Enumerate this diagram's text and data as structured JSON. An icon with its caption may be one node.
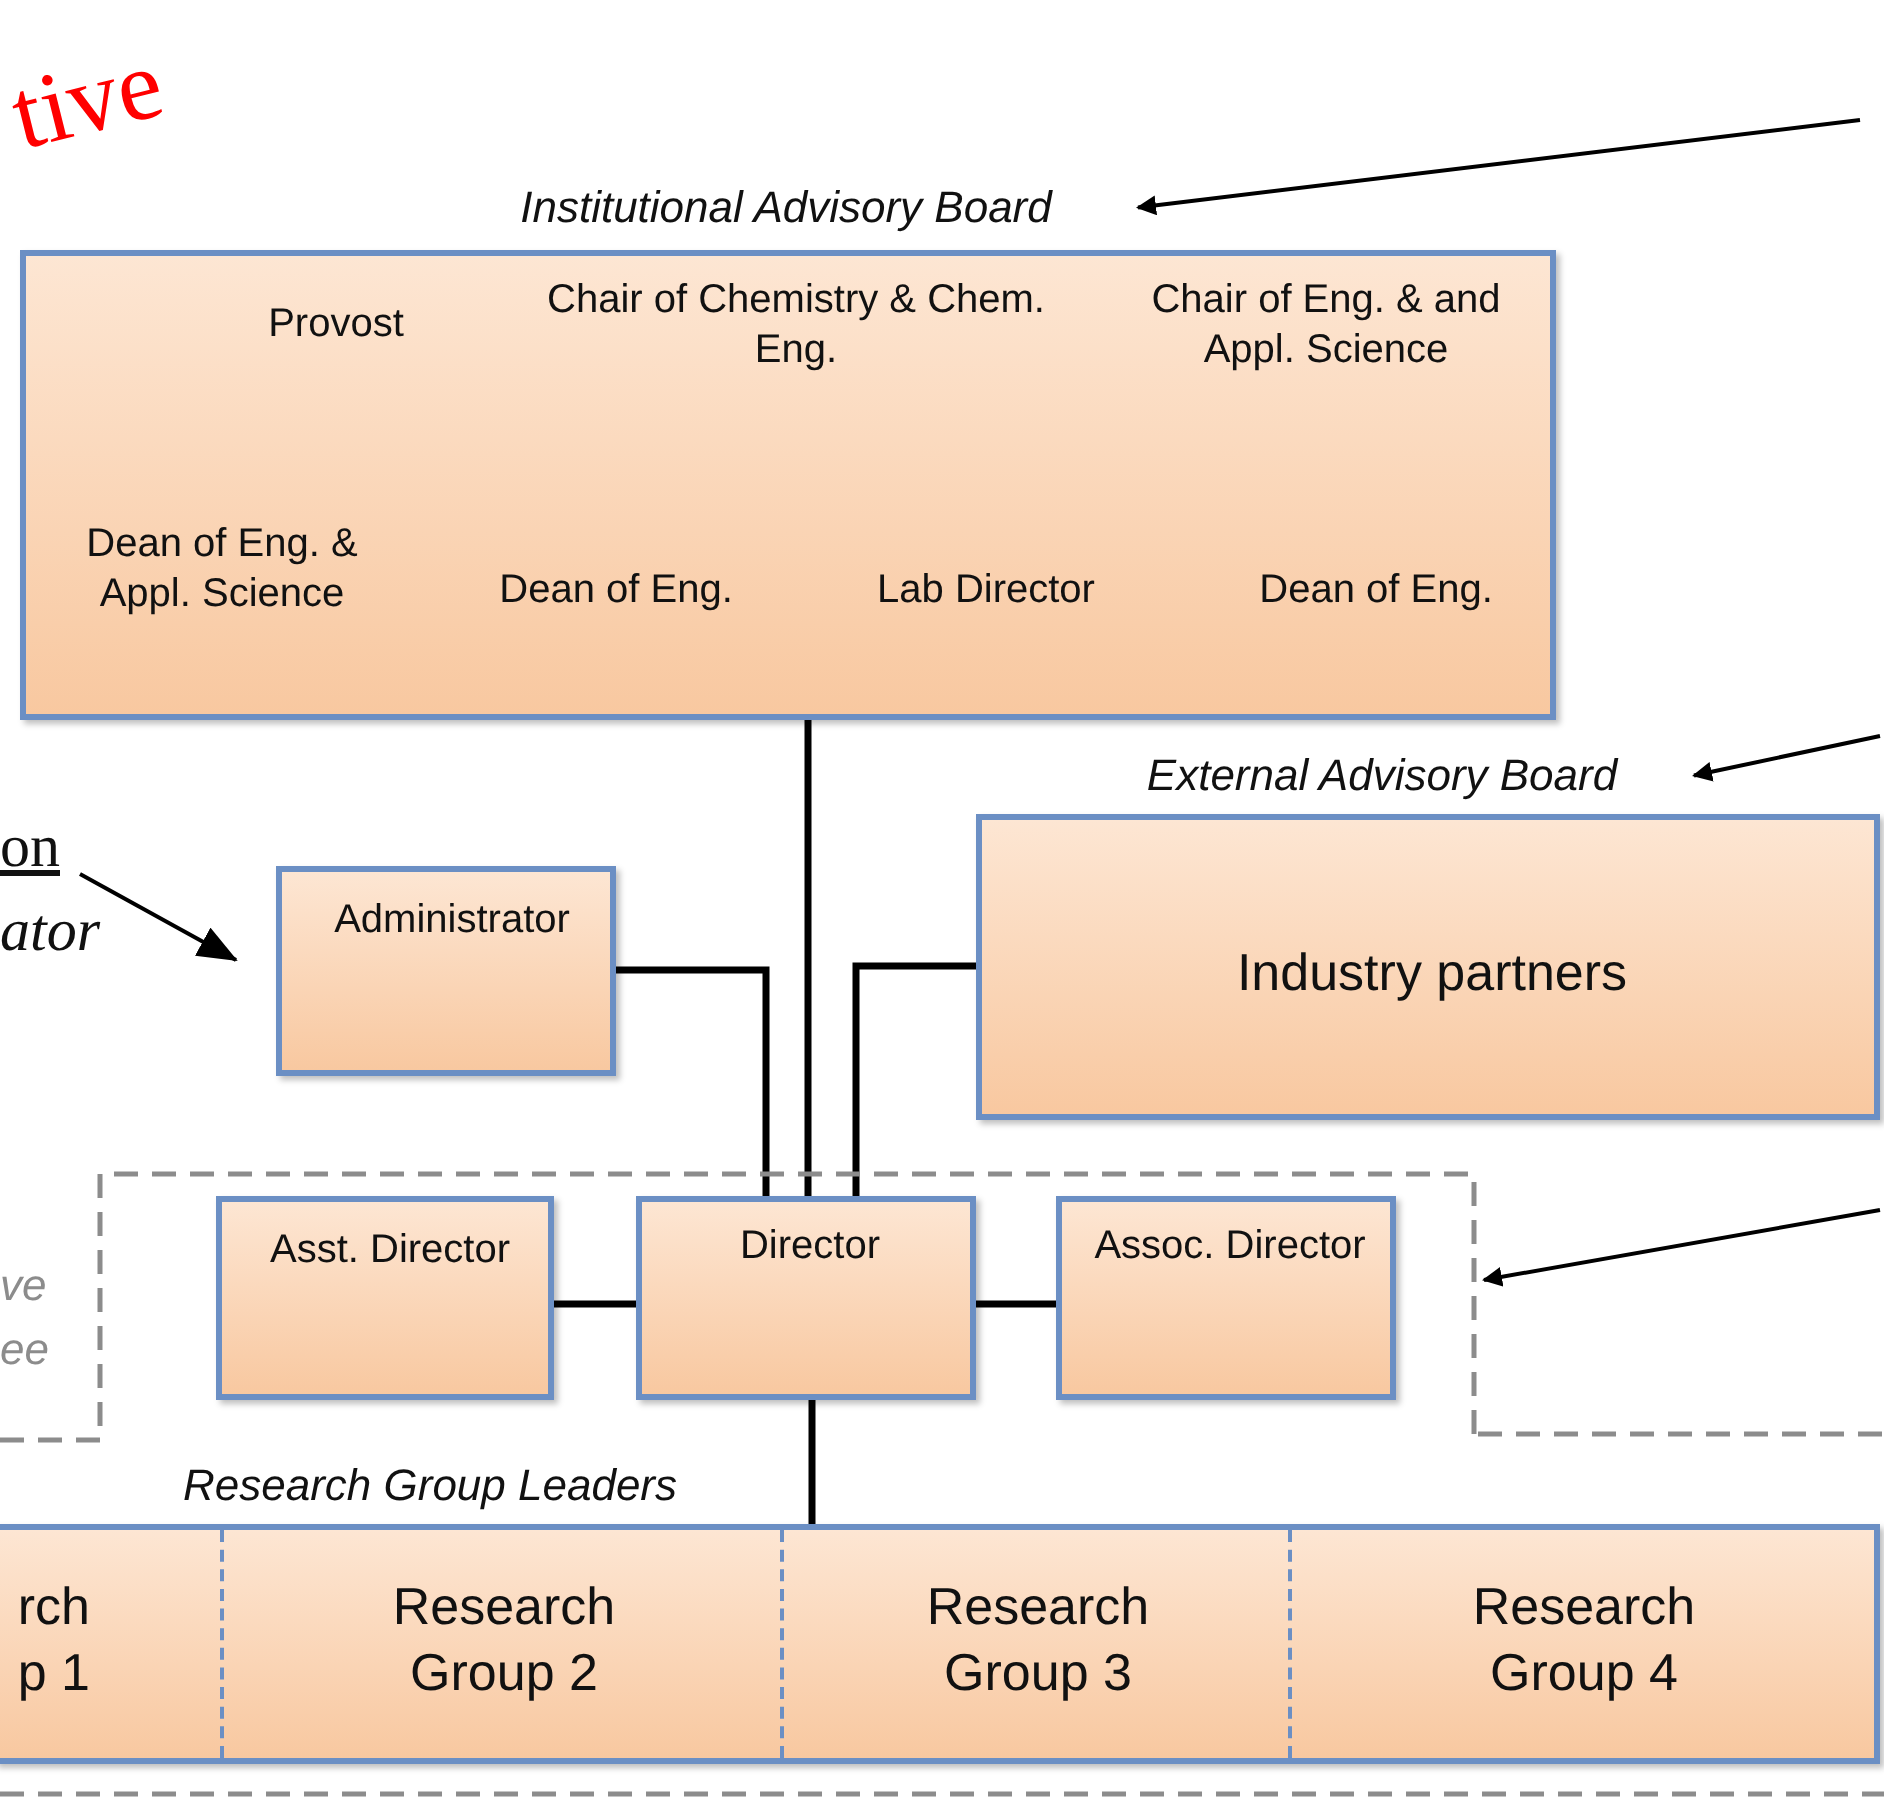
{
  "diagram": {
    "nodes": [
      {
        "text": [
          "Institutional Advisory Board",
          "Provost",
          "Chair of Chemistry & Chem. Eng.",
          "Chair of Eng. & and Appl. Science",
          "Dean of Eng. & Appl. Science",
          "Dean of Eng.",
          "Lab Director",
          "Dean of Eng."
        ]
      },
      {
        "text": [
          "Administrator"
        ]
      },
      {
        "text": [
          "External Advisory Board",
          "Industry partners"
        ]
      },
      {
        "text": [
          "ve ee"
        ]
      },
      {
        "text": [
          "Asst. Director"
        ],
        "in": 3
      },
      {
        "text": [
          "Director"
        ],
        "in": 3
      },
      {
        "text": [
          "Assoc. Director"
        ],
        "in": 3
      },
      {
        "text": [
          "Research Group Leaders"
        ]
      },
      {
        "text": [
          "rch p 1"
        ],
        "in": 7
      },
      {
        "text": [
          "Research Group 2"
        ],
        "in": 7
      },
      {
        "text": [
          "Research Group 3"
        ],
        "in": 7
      },
      {
        "text": [
          "Research Group 4"
        ],
        "in": 7
      },
      {
        "text": [
          "on",
          "ator"
        ]
      }
    ],
    "edges": [
      {
        "from": null,
        "to": 0,
        "arrow": "to"
      },
      {
        "from": null,
        "to": 2,
        "arrow": "to"
      },
      {
        "from": null,
        "to": 3,
        "arrow": "to"
      },
      {
        "from": 12,
        "to": 1,
        "arrow": "to"
      },
      {
        "from": 0,
        "to": 5,
        "arrow": "none"
      },
      {
        "from": 1,
        "to": 5,
        "arrow": "none"
      },
      {
        "from": 2,
        "to": 5,
        "arrow": "none"
      },
      {
        "from": 4,
        "to": 5,
        "arrow": "none"
      },
      {
        "from": 5,
        "to": 6,
        "arrow": "none"
      },
      {
        "from": 5,
        "to": 7,
        "arrow": "none"
      }
    ],
    "labels": [
      "tive"
    ]
  }
}
